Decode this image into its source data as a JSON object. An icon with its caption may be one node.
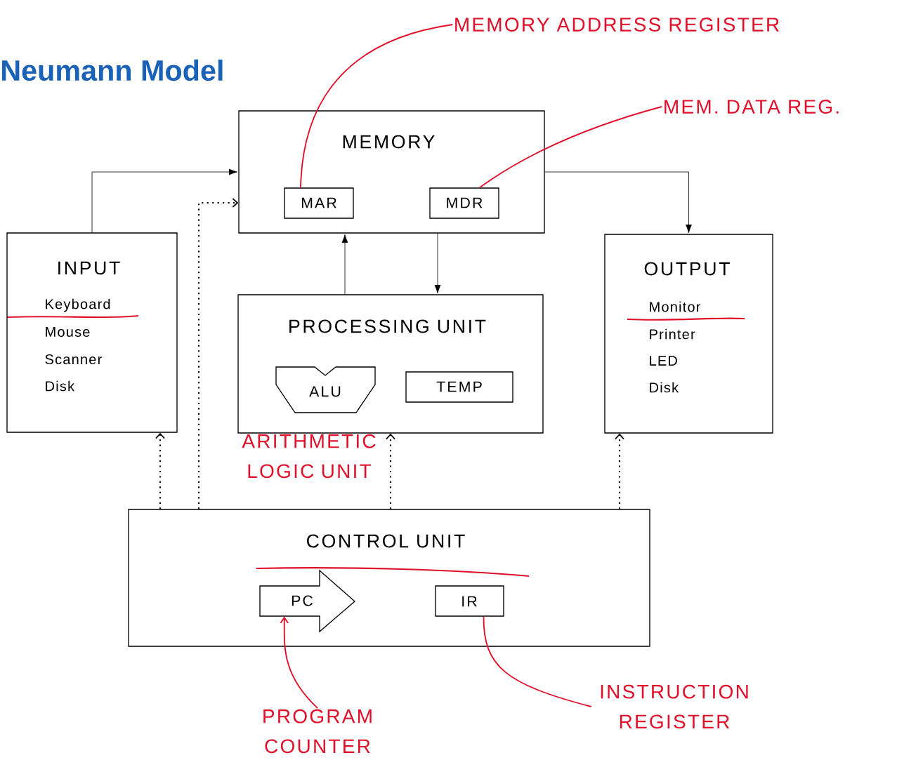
{
  "diagram": {
    "title": "Neumann Model",
    "nodes": [
      {
        "text": [
          "MEMORY"
        ]
      },
      {
        "text": [
          "MAR"
        ],
        "in": 0
      },
      {
        "text": [
          "MDR"
        ],
        "in": 0
      },
      {
        "text": [
          "INPUT",
          "Keyboard",
          "Mouse",
          "Scanner",
          "Disk"
        ]
      },
      {
        "text": [
          "PROCESSING UNIT"
        ]
      },
      {
        "text": [
          "ALU"
        ],
        "in": 4
      },
      {
        "text": [
          "TEMP"
        ],
        "in": 4
      },
      {
        "text": [
          "OUTPUT",
          "Monitor",
          "Printer",
          "LED",
          "Disk"
        ]
      },
      {
        "text": [
          "CONTROL UNIT"
        ]
      },
      {
        "text": [
          "PC"
        ],
        "in": 8
      },
      {
        "text": [
          "IR"
        ],
        "in": 8
      },
      {
        "text": [
          "MEMORY ADDRESS REGISTER"
        ]
      },
      {
        "text": [
          "MEM. DATA REG."
        ]
      },
      {
        "text": [
          "PROGRAM COUNTER"
        ]
      },
      {
        "text": [
          "INSTRUCTION REGISTER"
        ]
      }
    ],
    "edges": [
      {
        "from": 3,
        "to": 0,
        "arrow": "to"
      },
      {
        "from": 0,
        "to": 7,
        "arrow": "to"
      },
      {
        "from": 4,
        "to": 0,
        "arrow": "to"
      },
      {
        "from": 0,
        "to": 4,
        "arrow": "to"
      },
      {
        "from": 8,
        "to": 3,
        "arrow": "to",
        "style": "dashed"
      },
      {
        "from": 8,
        "to": 0,
        "arrow": "to",
        "style": "dashed"
      },
      {
        "from": 8,
        "to": 4,
        "arrow": "to",
        "style": "dashed"
      },
      {
        "from": 8,
        "to": 7,
        "arrow": "to",
        "style": "dashed"
      },
      {
        "from": 11,
        "to": 1,
        "arrow": "none",
        "color": "#e0102a"
      },
      {
        "from": 12,
        "to": 2,
        "arrow": "none",
        "color": "#e0102a"
      },
      {
        "from": 13,
        "to": 9,
        "arrow": "to",
        "color": "#e0102a"
      },
      {
        "from": 14,
        "to": 10,
        "arrow": "none",
        "color": "#e0102a"
      }
    ],
    "labels": [
      "ARITHMETIC LOGIC UNIT"
    ]
  }
}
